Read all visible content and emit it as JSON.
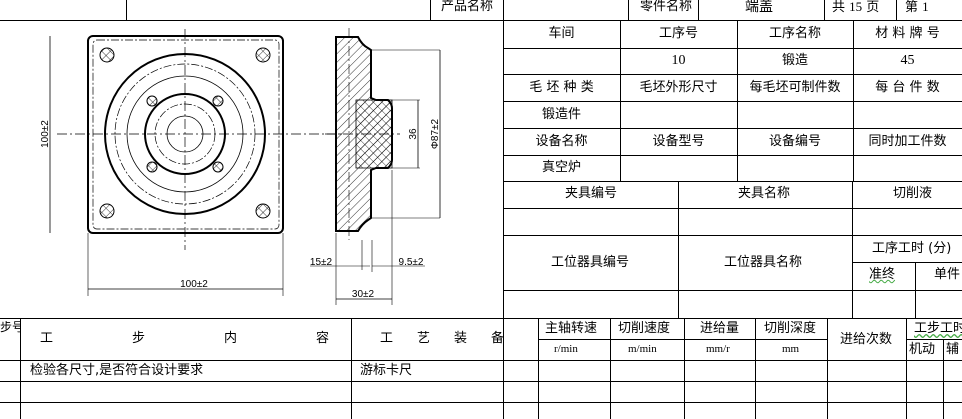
{
  "header": {
    "product_name_label": "产品名称",
    "product_name_value": "",
    "part_name_label": "零件名称",
    "part_name_value": "端盖",
    "total_pages_label_a": "共",
    "total_pages": "15",
    "total_pages_label_b": "页",
    "page_label_a": "第",
    "page_no": "1"
  },
  "process_info": {
    "rows": [
      [
        "车间",
        "工序号",
        "工序名称",
        "材 料 牌 号"
      ],
      [
        "",
        "10",
        "锻造",
        "45"
      ],
      [
        "毛 坯 种 类",
        "毛坯外形尺寸",
        "每毛坯可制件数",
        "每 台 件 数"
      ],
      [
        "锻造件",
        "",
        "",
        ""
      ],
      [
        "设备名称",
        "设备型号",
        "设备编号",
        "同时加工件数"
      ],
      [
        "真空炉",
        "",
        "",
        ""
      ]
    ]
  },
  "fixture": {
    "fixture_no": "夹具编号",
    "fixture_name": "夹具名称",
    "coolant": "切削液",
    "station_tool_no": "工位器具编号",
    "station_tool_name": "工位器具名称",
    "op_time": "工序工时 (分)",
    "prep_final": "准终",
    "unit": "单件"
  },
  "steps": {
    "headers": {
      "step_no": "步号",
      "content": [
        "工",
        "步",
        "内",
        "容"
      ],
      "equipment": [
        "工",
        "艺",
        "装",
        "备"
      ],
      "spindle": "主轴转速",
      "spindle_unit": "r/min",
      "cut_speed": "切削速度",
      "cut_speed_unit": "m/min",
      "feed": "进给量",
      "feed_unit": "mm/r",
      "depth": "切削深度",
      "depth_unit": "mm",
      "passes": "进给次数",
      "step_time": "工步工时",
      "machine": "机动",
      "aux": "辅"
    },
    "rows": [
      {
        "content": "检验各尺寸,是否符合设计要求",
        "equipment": "游标卡尺"
      },
      {
        "content": "",
        "equipment": ""
      }
    ]
  },
  "drawing": {
    "dim_width": "100±2",
    "dim_height": "100±2",
    "dim_boss": "36",
    "dim_dia": "Φ87±2",
    "dim_flange": "15±2",
    "dim_step": "9.5±2",
    "dim_thick": "30±2"
  }
}
